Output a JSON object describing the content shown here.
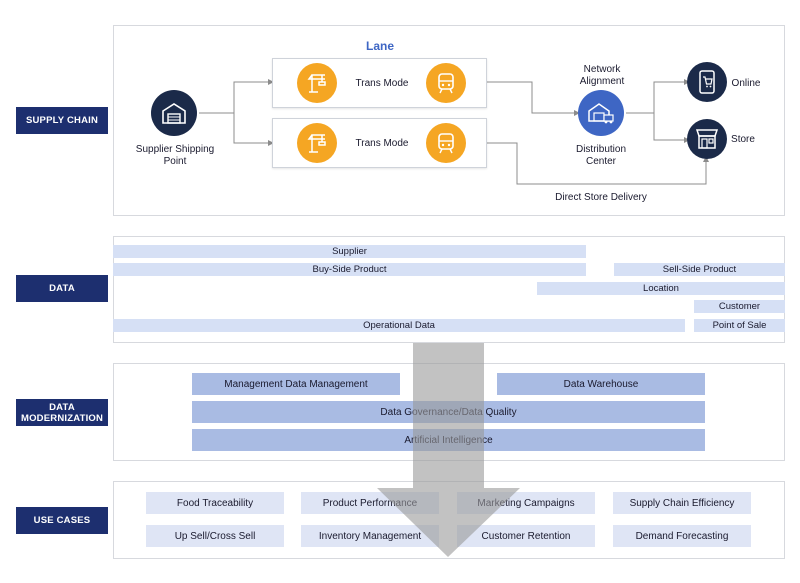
{
  "labels": {
    "supply_chain": "SUPPLY CHAIN",
    "data": "DATA",
    "data_modernization": "DATA MODERNIZATION",
    "use_cases": "USE CASES"
  },
  "supply_chain": {
    "lane_title": "Lane",
    "supplier": "Supplier Shipping Point",
    "trans_mode_1": "Trans Mode",
    "trans_mode_2": "Trans Mode",
    "network_alignment": "Network Alignment",
    "distribution_center": "Distribution Center",
    "online": "Online",
    "store": "Store",
    "direct_store_delivery": "Direct Store Delivery"
  },
  "data_bars": {
    "supplier": "Supplier",
    "buy_side_product": "Buy-Side Product",
    "sell_side_product": "Sell-Side Product",
    "location": "Location",
    "customer": "Customer",
    "operational_data": "Operational Data",
    "point_of_sale": "Point of Sale"
  },
  "data_modernization": {
    "management_data_management": "Management Data Management",
    "data_warehouse": "Data Warehouse",
    "data_governance": "Data Governance/Data Quality",
    "artificial_intelligence": "Artificial Intelligence"
  },
  "use_cases": {
    "food_traceability": "Food Traceability",
    "product_performance": "Product Performance",
    "marketing_campaigns": "Marketing Campaigns",
    "supply_chain_efficiency": "Supply Chain Efficiency",
    "up_sell_cross_sell": "Up Sell/Cross Sell",
    "inventory_management": "Inventory Management",
    "customer_retention": "Customer Retention",
    "demand_forecasting": "Demand Forecasting"
  },
  "colors": {
    "label_bg": "#1d2f6f",
    "orange": "#f5a623",
    "dark_circle": "#1b2a49",
    "blue_circle": "#3e66c4",
    "data_bar": "#d6e0f5",
    "dm_bar": "#a9bbe3",
    "use_case_box": "#dfe5f5",
    "arrow": "#a6a6a6"
  },
  "icons": [
    "warehouse-icon",
    "crane-icon",
    "train-icon",
    "distribution-center-icon",
    "mobile-cart-icon",
    "storefront-icon"
  ]
}
